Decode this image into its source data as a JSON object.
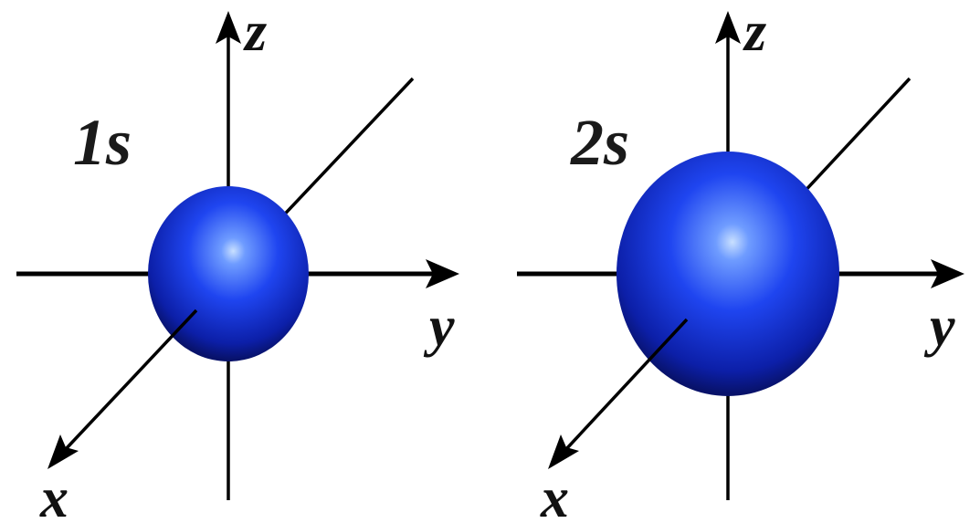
{
  "orbitals": [
    {
      "label": "1s",
      "axes": {
        "x": "x",
        "y": "y",
        "z": "z"
      }
    },
    {
      "label": "2s",
      "axes": {
        "x": "x",
        "y": "y",
        "z": "z"
      }
    }
  ],
  "colors": {
    "sphere_highlight": "#bcd8ff",
    "sphere_mid": "#1f45f0",
    "sphere_edge": "#0a1470",
    "axis": "#000000"
  }
}
